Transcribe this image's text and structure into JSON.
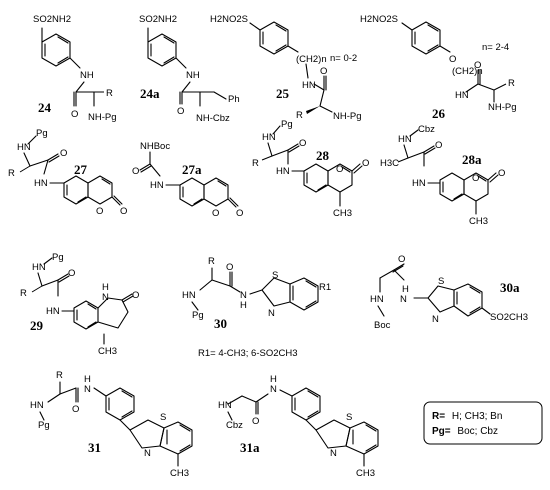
{
  "compounds": [
    {
      "label": "24",
      "substituent": "SO2NH2",
      "groups": [
        "NH",
        "O",
        "R",
        "NH-Pg"
      ]
    },
    {
      "label": "24a",
      "substituent": "SO2NH2",
      "groups": [
        "NH",
        "O",
        "Ph",
        "NH-Cbz"
      ]
    },
    {
      "label": "25",
      "substituent": "H2NO2S",
      "groups": [
        "(CH2)n",
        "n= 0-2",
        "HN",
        "O",
        "R",
        "NH-Pg"
      ]
    },
    {
      "label": "26",
      "substituent": "H2NO2S",
      "groups": [
        "O",
        "(CH2)n",
        "n= 2-4",
        "HN",
        "O",
        "R",
        "NH-Pg"
      ]
    },
    {
      "label": "27",
      "substituent": "",
      "groups": [
        "HN",
        "Pg",
        "R",
        "O",
        "HN",
        "O",
        "O"
      ]
    },
    {
      "label": "27a",
      "substituent": "",
      "groups": [
        "NHBoc",
        "O",
        "HN",
        "O",
        "O"
      ]
    },
    {
      "label": "28",
      "substituent": "",
      "groups": [
        "HN",
        "Pg",
        "R",
        "O",
        "HN",
        "O",
        "O",
        "CH3"
      ]
    },
    {
      "label": "28a",
      "substituent": "",
      "groups": [
        "HN",
        "Cbz",
        "H3C",
        "O",
        "HN",
        "O",
        "O",
        "CH3"
      ]
    },
    {
      "label": "29",
      "substituent": "",
      "groups": [
        "HN",
        "Pg",
        "R",
        "O",
        "HN",
        "H",
        "N",
        "O",
        "CH3"
      ]
    },
    {
      "label": "30",
      "substituent": "R1",
      "groups": [
        "R",
        "HN",
        "Pg",
        "O",
        "N",
        "H",
        "S",
        "N"
      ]
    },
    {
      "label": "30a",
      "substituent": "SO2CH3",
      "groups": [
        "O",
        "HN",
        "Boc",
        "N",
        "H",
        "S",
        "N"
      ]
    },
    {
      "label": "31",
      "substituent": "CH3",
      "groups": [
        "R",
        "HN",
        "Pg",
        "H",
        "N",
        "O",
        "S",
        "N"
      ]
    },
    {
      "label": "31a",
      "substituent": "CH3",
      "groups": [
        "HN",
        "Cbz",
        "H",
        "N",
        "O",
        "S",
        "N"
      ]
    }
  ],
  "note_30": "R1= 4-CH3; 6-SO2CH3",
  "legend": {
    "r_key": "R=",
    "r_value": "H; CH3; Bn",
    "pg_key": "Pg=",
    "pg_value": "Boc; Cbz"
  }
}
